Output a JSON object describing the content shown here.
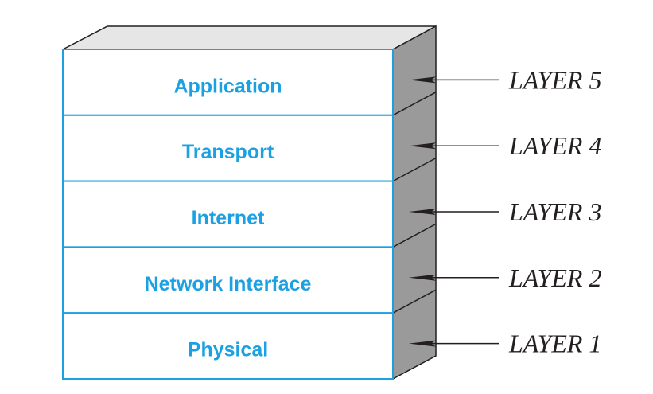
{
  "colors": {
    "layer_text": "#1BA1E2",
    "box_border": "#1BA1E2",
    "top_face": "#e6e6e6",
    "side_face": "#9a9a9b",
    "outline": "#231f20"
  },
  "layers": [
    {
      "name": "Application",
      "tag": "LAYER 5"
    },
    {
      "name": "Transport",
      "tag": "LAYER 4"
    },
    {
      "name": "Internet",
      "tag": "LAYER 3"
    },
    {
      "name": "Network Interface",
      "tag": "LAYER 2"
    },
    {
      "name": "Physical",
      "tag": "LAYER 1"
    }
  ]
}
